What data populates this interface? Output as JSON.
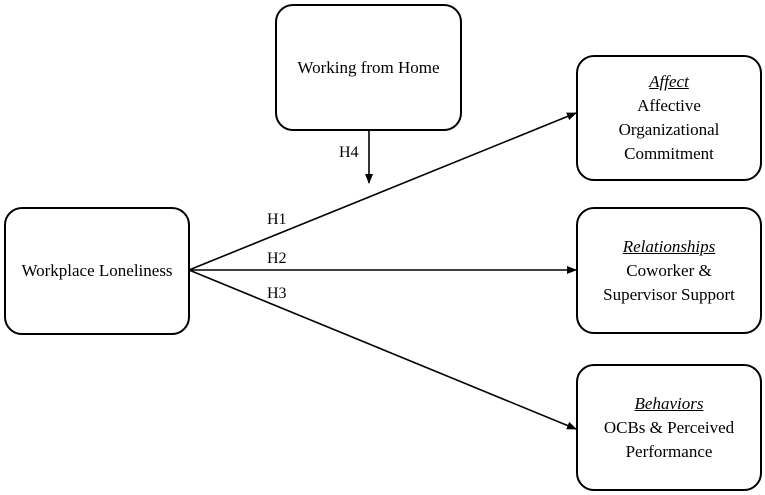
{
  "nodes": {
    "wfh": {
      "label": "Working from Home"
    },
    "loneliness": {
      "label": "Workplace Loneliness"
    },
    "affect": {
      "category": "Affect",
      "line1": "Affective",
      "line2": "Organizational",
      "line3": "Commitment"
    },
    "relationships": {
      "category": "Relationships",
      "line1": "Coworker &",
      "line2": "Supervisor Support"
    },
    "behaviors": {
      "category": "Behaviors",
      "line1": "OCBs & Perceived",
      "line2": "Performance"
    }
  },
  "hypotheses": {
    "h1": "H1",
    "h2": "H2",
    "h3": "H3",
    "h4": "H4"
  }
}
